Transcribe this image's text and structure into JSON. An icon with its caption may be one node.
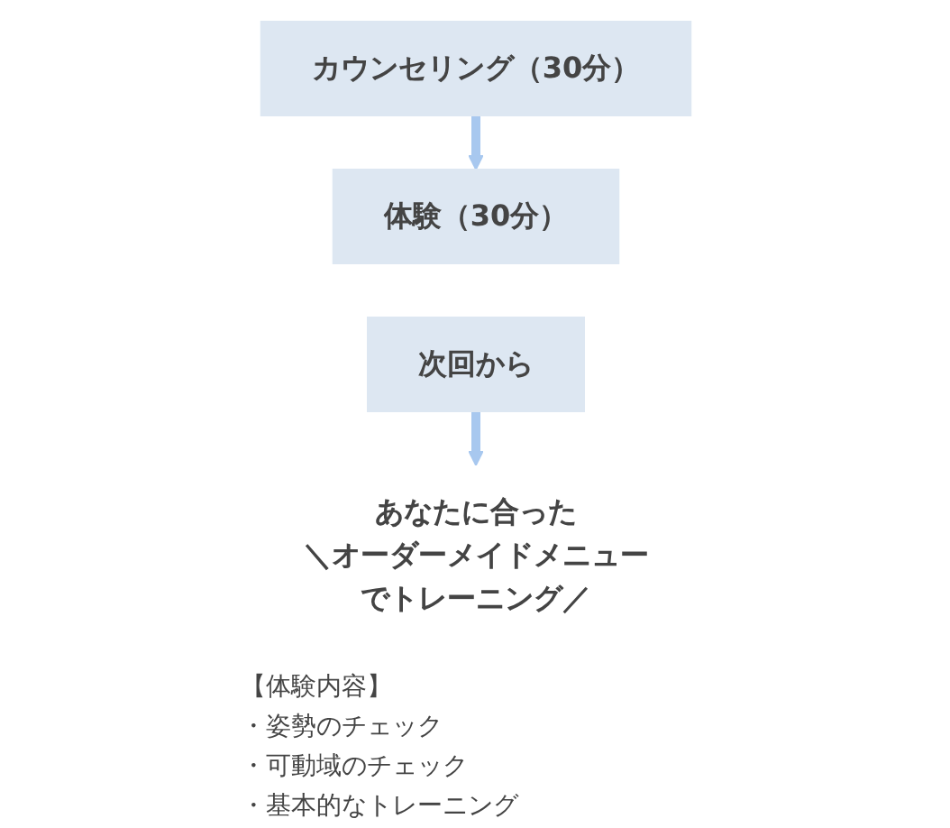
{
  "diagram": {
    "nodes": [
      {
        "text": [
          "カウンセリング（30分）"
        ]
      },
      {
        "text": [
          "体験（30分）"
        ]
      },
      {
        "text": [
          "次回から"
        ]
      },
      {
        "text": [
          "あなたに合った",
          "＼オーダーメイドメニューでトレーニング／"
        ]
      }
    ],
    "edges": [
      {
        "from": 0,
        "to": 1,
        "arrow": "to"
      },
      {
        "from": 2,
        "to": 3,
        "arrow": "to"
      }
    ],
    "labels": [
      "【体験内容】",
      "・姿勢のチェック",
      "・可動域のチェック",
      "・基本的なトレーニング"
    ]
  }
}
